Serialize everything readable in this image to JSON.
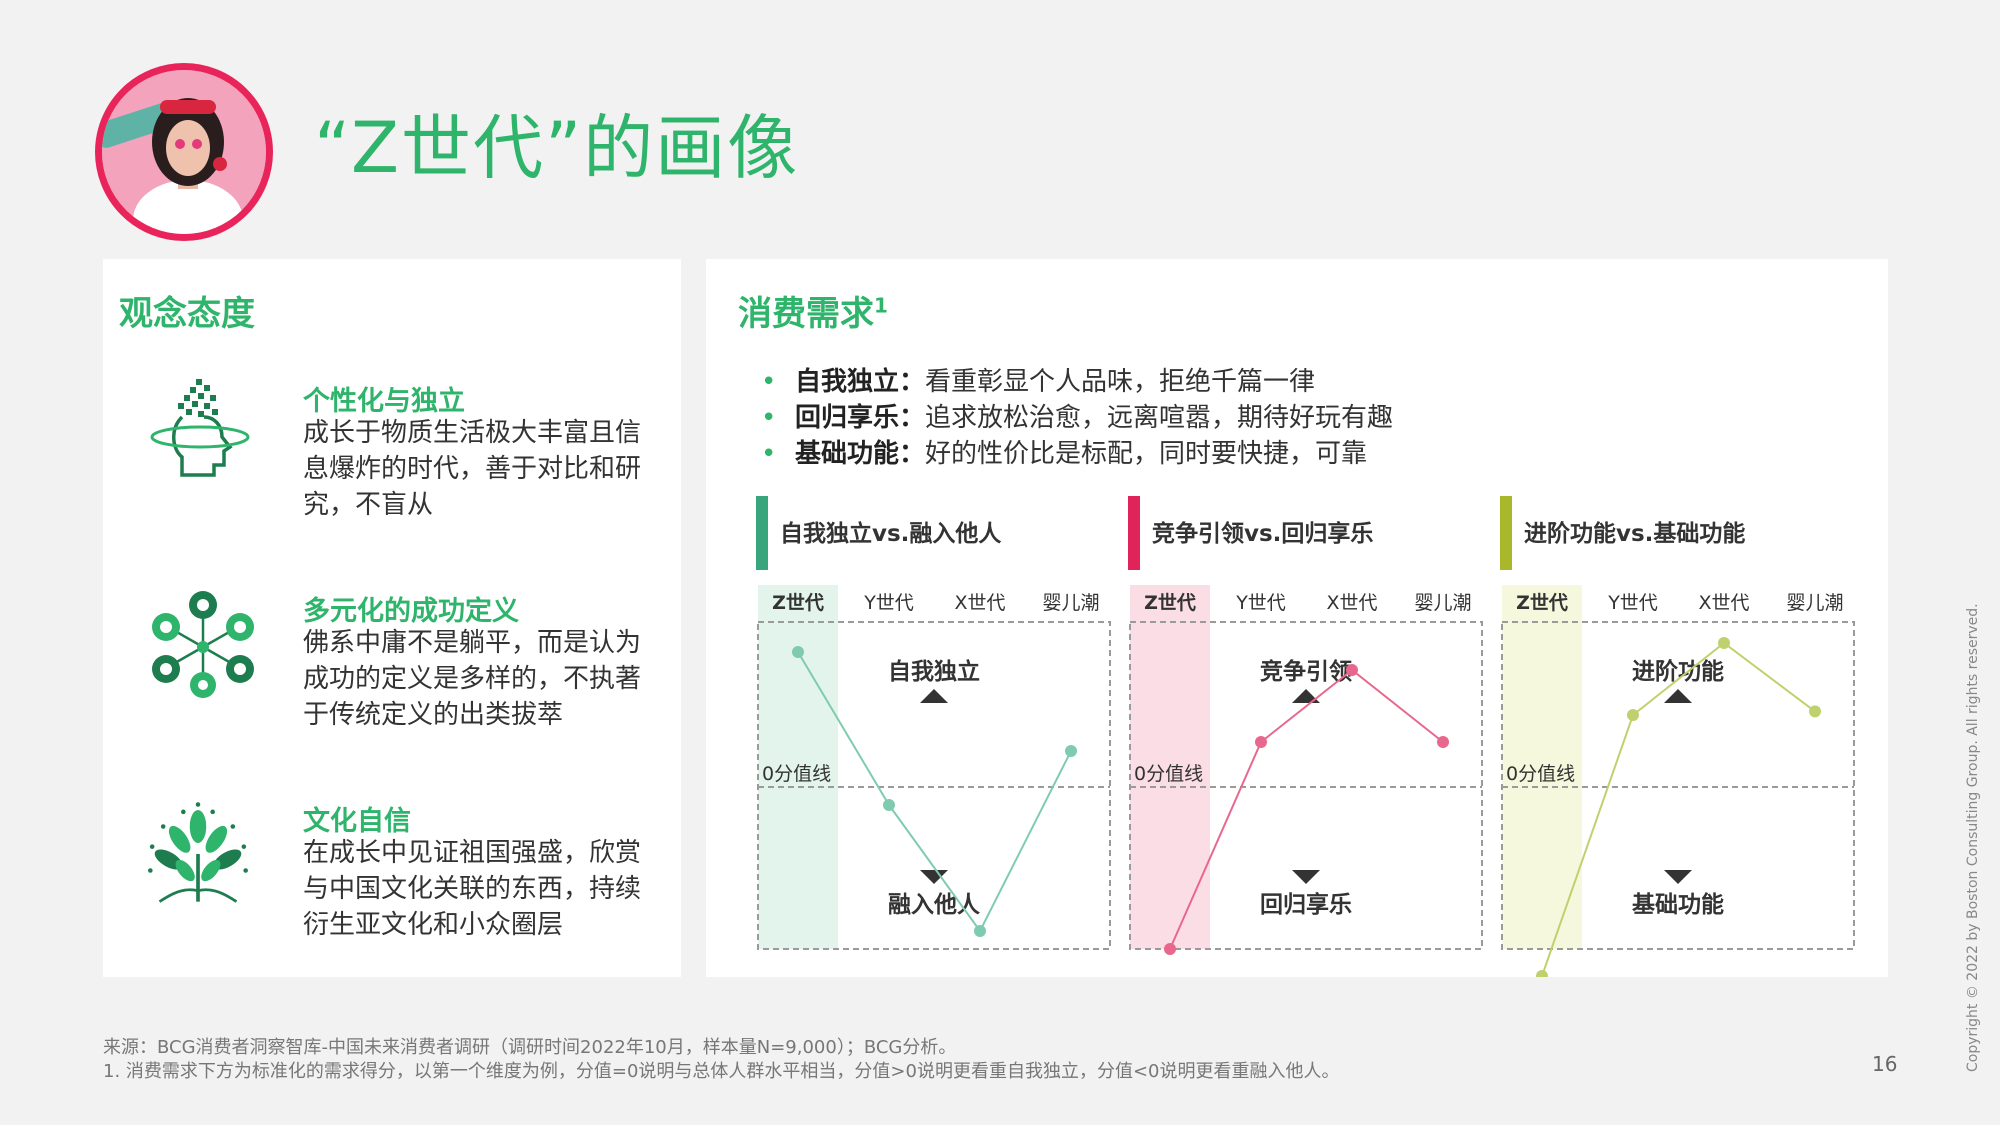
{
  "title": "“Z世代”的画像",
  "left_panel": {
    "heading": "观念态度",
    "items": [
      {
        "icon": "pixel-head-icon",
        "title": "个性化与独立",
        "desc": "成长于物质生活极大丰富且信息爆炸的时代，善于对比和研究，不盲从"
      },
      {
        "icon": "network-people-icon",
        "title": "多元化的成功定义",
        "desc": "佛系中庸不是躺平，而是认为成功的定义是多样的，不执著于传统定义的出类拔萃"
      },
      {
        "icon": "tree-icon",
        "title": "文化自信",
        "desc": "在成长中见证祖国强盛，欣赏与中国文化关联的东西，持续衍生亚文化和小众圈层"
      }
    ]
  },
  "right_panel": {
    "heading": "消费需求",
    "heading_sup": "1",
    "bullets": [
      {
        "label": "自我独立：",
        "text": "看重彰显个人品味，拒绝千篇一律"
      },
      {
        "label": "回归享乐：",
        "text": "追求放松治愈，远离喧嚣，期待好玩有趣"
      },
      {
        "label": "基础功能：",
        "text": "好的性价比是标配，同时要快捷，可靠"
      }
    ]
  },
  "colors": {
    "brand_green": "#2fb46b",
    "avatar_ring": "#e8245a"
  },
  "chart_data": [
    {
      "type": "line",
      "title": "自我独立vs.融入他人",
      "categories": [
        "Z世代",
        "Y世代",
        "X世代",
        "婴儿潮"
      ],
      "series": [
        {
          "values": [
            0.75,
            -0.1,
            -0.8,
            0.2
          ]
        }
      ],
      "ylim": [
        -1,
        1
      ],
      "top_label": "自我独立",
      "bottom_label": "融入他人",
      "baseline_label": "0分值线",
      "color": "#7fcbb0",
      "bar_color": "#39a57d",
      "highlight_color": "#e3f4ec"
    },
    {
      "type": "line",
      "title": "竞争引领vs.回归享乐",
      "categories": [
        "Z世代",
        "Y世代",
        "X世代",
        "婴儿潮"
      ],
      "series": [
        {
          "values": [
            -0.9,
            0.25,
            0.65,
            0.25
          ]
        }
      ],
      "ylim": [
        -1,
        1
      ],
      "top_label": "竞争引领",
      "bottom_label": "回归享乐",
      "baseline_label": "0分值线",
      "color": "#e8688d",
      "bar_color": "#e0245a",
      "highlight_color": "#fbdde6"
    },
    {
      "type": "line",
      "title": "进阶功能vs.基础功能",
      "categories": [
        "Z世代",
        "Y世代",
        "X世代",
        "婴儿潮"
      ],
      "series": [
        {
          "values": [
            -1.05,
            0.4,
            0.8,
            0.42
          ]
        }
      ],
      "ylim": [
        -1,
        1
      ],
      "top_label": "进阶功能",
      "bottom_label": "基础功能",
      "baseline_label": "0分值线",
      "color": "#bfd16e",
      "bar_color": "#a8b82a",
      "highlight_color": "#f5f8dc"
    }
  ],
  "footer": {
    "source": "来源：BCG消费者洞察智库-中国未来消费者调研（调研时间2022年10月，样本量N=9,000）；BCG分析。",
    "note": "1. 消费需求下方为标准化的需求得分，以第一个维度为例，分值=0说明与总体人群水平相当，分值>0说明更看重自我独立，分值<0说明更看重融入他人。",
    "page_number": "16",
    "copyright": "Copyright © 2022 by Boston Consulting Group. All rights reserved."
  }
}
